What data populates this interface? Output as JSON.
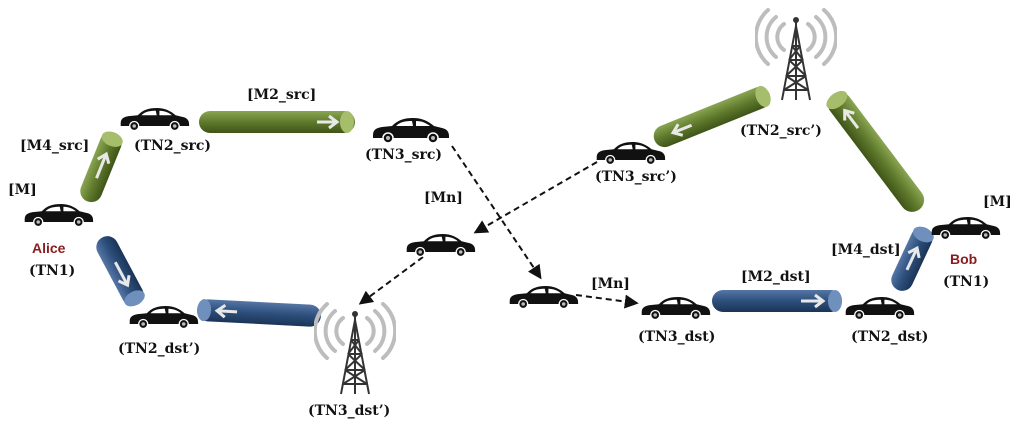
{
  "nodes": {
    "alice": {
      "name": "Alice",
      "id": "(TN1)",
      "msg": "[M]"
    },
    "bob": {
      "name": "Bob",
      "id": "(TN1)",
      "msg": "[M]"
    },
    "tn2_src": "(TN2_src)",
    "tn3_src": "(TN3_src)",
    "tn2_dst_prime": "(TN2_dst’)",
    "tn3_dst_prime": "(TN3_dst’)",
    "tn2_src_prime": "(TN2_src’)",
    "tn3_src_prime": "(TN3_src’)",
    "tn3_dst": "(TN3_dst)",
    "tn2_dst": "(TN2_dst)"
  },
  "messages": {
    "m2_src": "[M2_src]",
    "m4_src": "[M4_src]",
    "mn_mid": "[Mn]",
    "mn_right": "[Mn]",
    "m2_dst": "[M2_dst]",
    "m4_dst": "[M4_dst]"
  },
  "colors": {
    "green_tunnel": "#5f7a2c",
    "blue_tunnel": "#2d4f7c",
    "car": "#111111",
    "tower": "#333333",
    "name_color": "#8b1c1c"
  }
}
